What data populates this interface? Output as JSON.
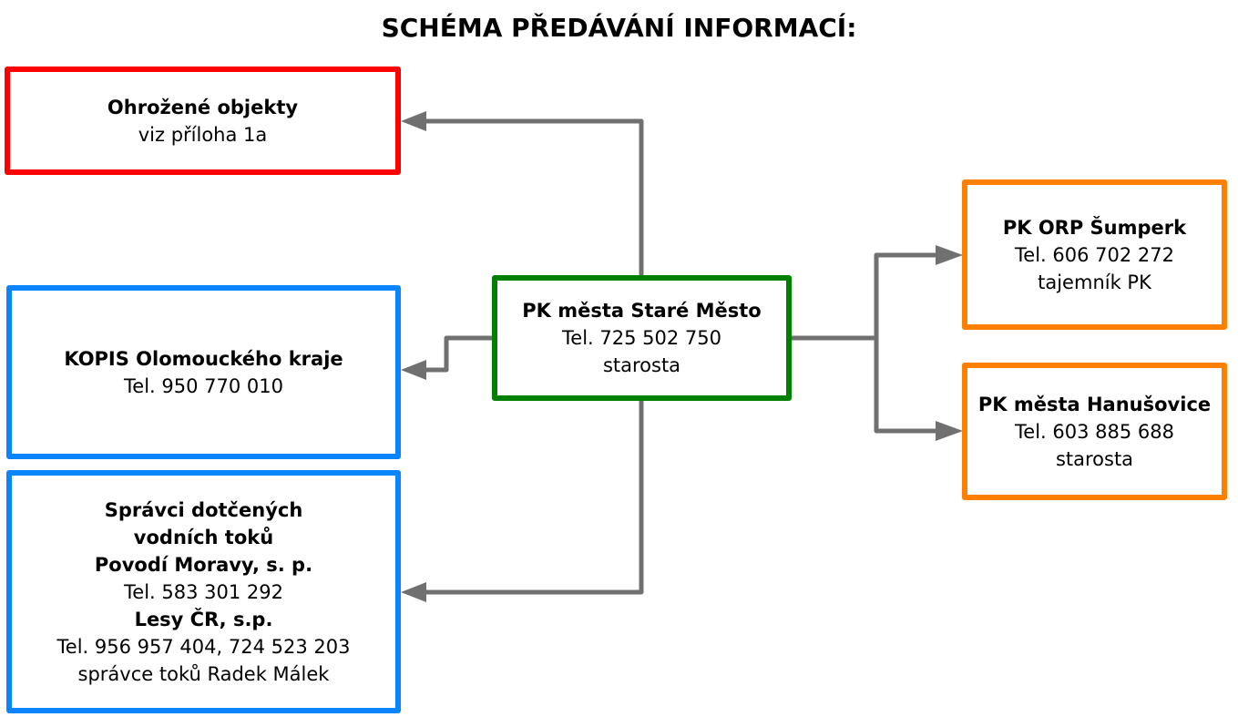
{
  "title": "SCHÉMA PŘEDÁVÁNÍ INFORMACÍ:",
  "colors": {
    "threatened": "#ff0000",
    "external": "#0a84ff",
    "center": "#008000",
    "crisis_staff": "#ff8000",
    "connector": "#707070"
  },
  "nodes": {
    "threatened_objects": {
      "name": "Ohrožené objekty",
      "note": "viz příloha 1a"
    },
    "kopis": {
      "name": "KOPIS Olomouckého kraje",
      "phone": "Tel. 950 770 010"
    },
    "water_managers": {
      "heading_line1": "Správci dotčených",
      "heading_line2": "vodních toků",
      "org1_name": "Povodí Moravy, s. p.",
      "org1_phone": "Tel. 583 301 292",
      "org2_name": "Lesy ČR, s.p.",
      "org2_phone": "Tel. 956 957 404, 724 523 203",
      "org2_contact": "správce toků Radek Málek"
    },
    "center": {
      "name": "PK města Staré Město",
      "phone": "Tel. 725 502 750",
      "role": "starosta"
    },
    "orp_sumperk": {
      "name": "PK ORP Šumperk",
      "phone": "Tel. 606 702 272",
      "role": "tajemník PK"
    },
    "hanusovice": {
      "name": "PK města Hanušovice",
      "phone": "Tel. 603 885 688",
      "role": "starosta"
    }
  },
  "edges": [
    {
      "from": "center",
      "to": "threatened_objects"
    },
    {
      "from": "center",
      "to": "kopis"
    },
    {
      "from": "center",
      "to": "water_managers"
    },
    {
      "from": "center",
      "to": "orp_sumperk"
    },
    {
      "from": "center",
      "to": "hanusovice"
    }
  ]
}
